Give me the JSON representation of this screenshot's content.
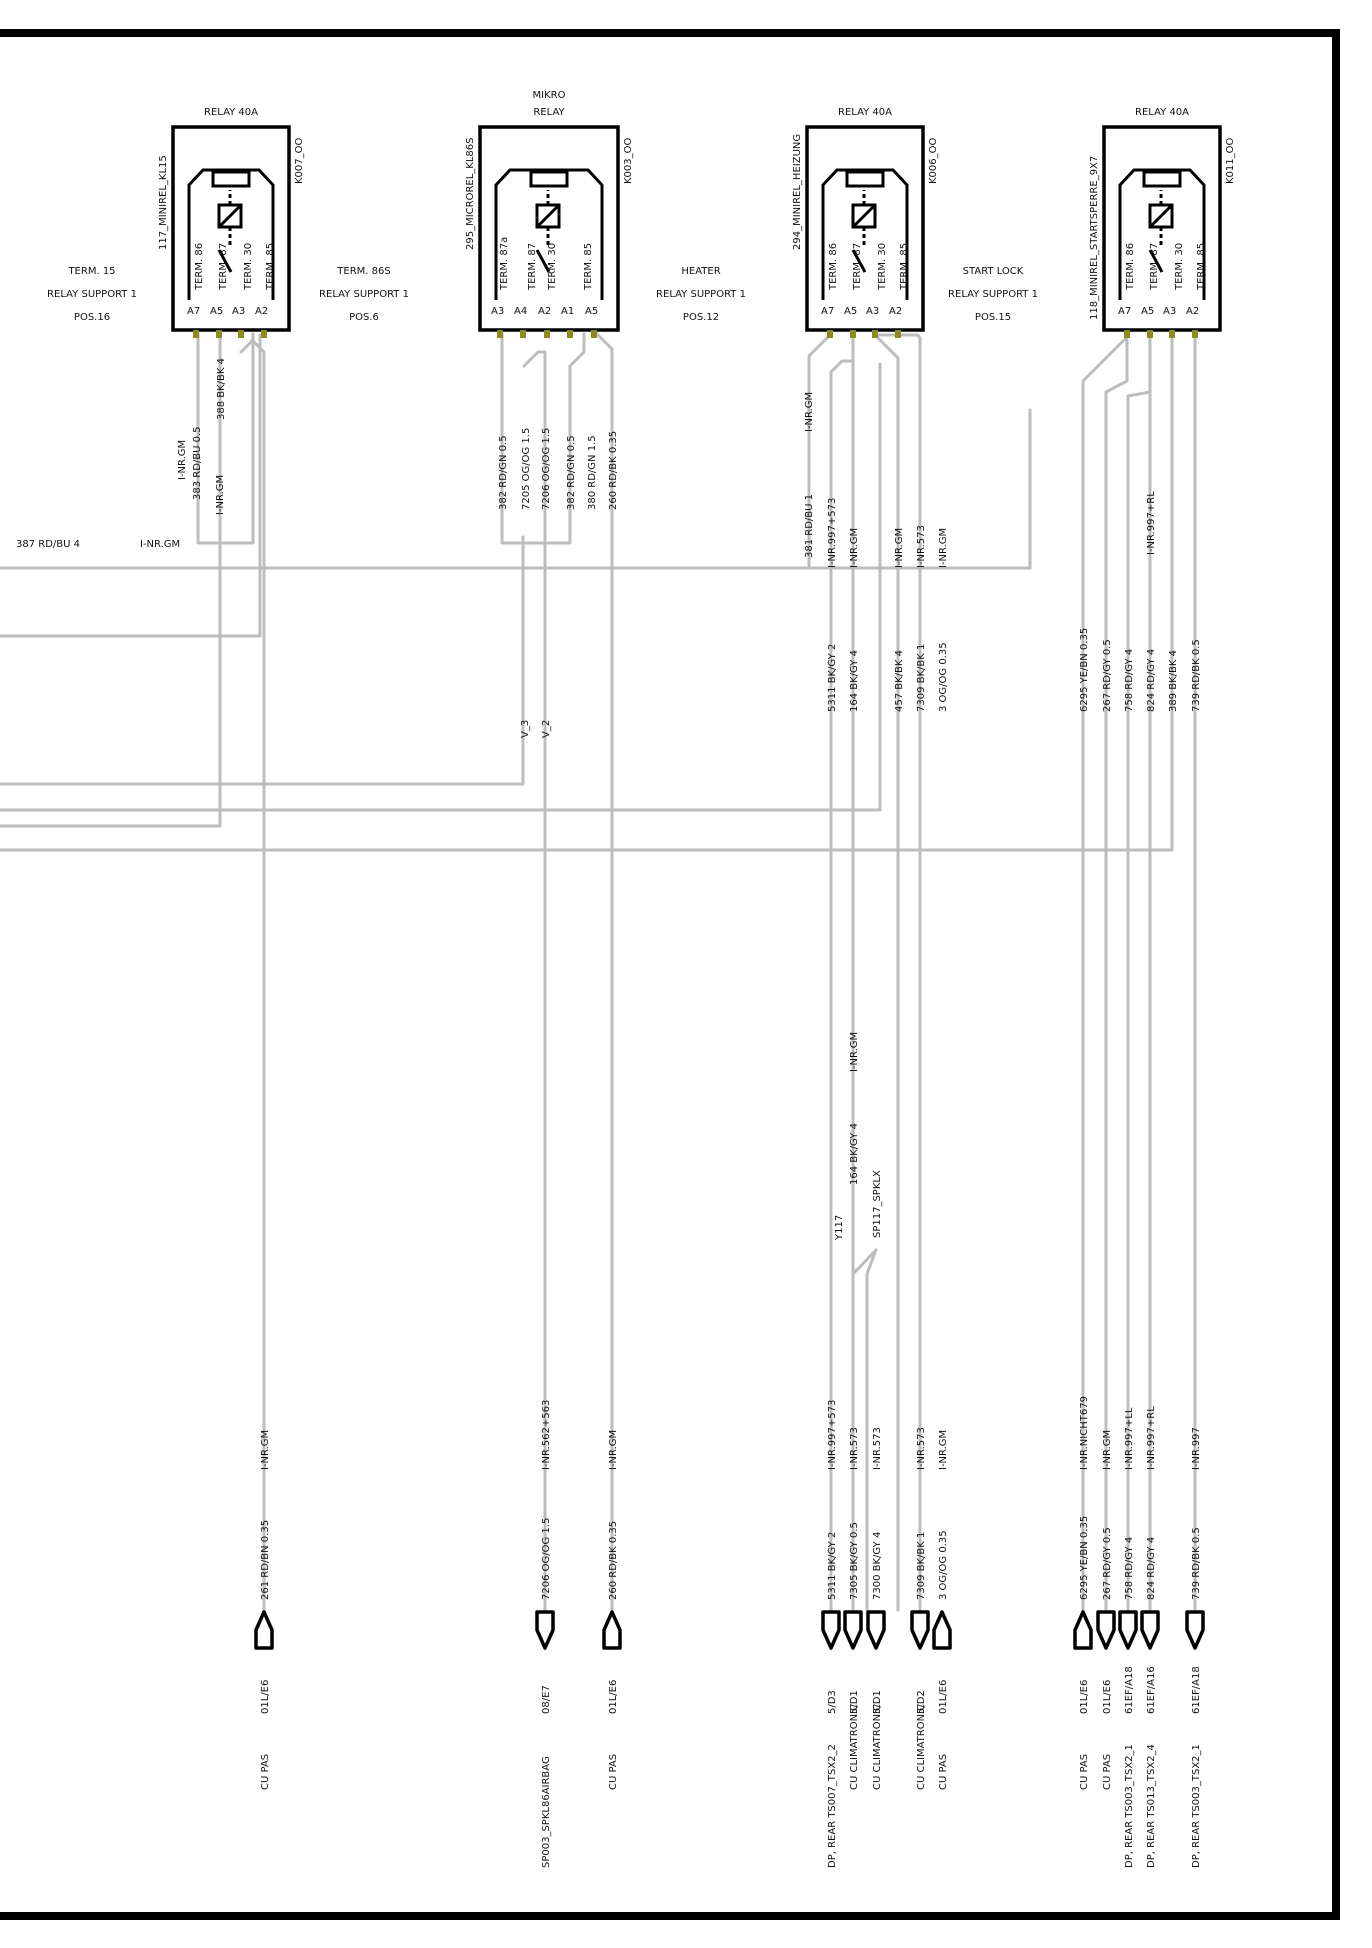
{
  "relays": [
    {
      "id": "K007_OO",
      "type_label": [
        "RELAY 40A"
      ],
      "part": "117_MINIREL_KL15",
      "terms": [
        "TERM. 86",
        "TERM. 87",
        "TERM. 30",
        "TERM. 85"
      ],
      "pins": [
        "A7",
        "A5",
        "A3",
        "A2"
      ],
      "desc": [
        "TERM. 15",
        "RELAY SUPPORT 1",
        "POS.16"
      ]
    },
    {
      "id": "K003_OO",
      "type_label": [
        "MIKRO",
        "RELAY"
      ],
      "part": "295_MICROREL_KL86S",
      "terms": [
        "TERM. 87a",
        "TERM. 87",
        "TERM. 30",
        "TERM. 85"
      ],
      "pins": [
        "A3",
        "A4",
        "A2",
        "A1",
        "A5"
      ],
      "desc": [
        "TERM. 86S",
        "RELAY SUPPORT 1",
        "POS.6"
      ]
    },
    {
      "id": "K006_OO",
      "type_label": [
        "RELAY 40A"
      ],
      "part": "294_MINIREL_HEIZUNG",
      "terms": [
        "TERM. 86",
        "TERM. 87",
        "TERM. 30",
        "TERM. 85"
      ],
      "pins": [
        "A7",
        "A5",
        "A3",
        "A2"
      ],
      "desc": [
        "HEATER",
        "RELAY SUPPORT 1",
        "POS.12"
      ]
    },
    {
      "id": "K011_OO",
      "type_label": [
        "RELAY 40A"
      ],
      "part": "118_MINIREL_STARTSPERRE_9X7",
      "terms": [
        "TERM. 86",
        "TERM. 87",
        "TERM. 30",
        "TERM. 85"
      ],
      "pins": [
        "A7",
        "A5",
        "A3",
        "A2"
      ],
      "desc": [
        "START LOCK",
        "RELAY SUPPORT 1",
        "POS.15"
      ]
    }
  ],
  "wire_labels": {
    "w387": "387 RD/BU 4",
    "w387_inr": "I-NR.GM",
    "k007": [
      "I-NR.GM",
      "383 RD/BU 0.5",
      "I-NR.GM",
      "388 BK/BK 4"
    ],
    "k003": [
      "382 RD/GN 0.5",
      "7205 OG/OG 1.5",
      "7206 OG/OG 1.5",
      "382 RD/GN 0.5",
      "380 RD/GN 1.5",
      "260 RD/BK 0.35"
    ],
    "v_labels": [
      "V_3",
      "V_2"
    ],
    "k006_top": [
      "I-NR.GM",
      "381 RD/BU 1",
      "I-NR.997+573",
      "I-NR.GM",
      "I-NR.GM",
      "I-NR.573",
      "I-NR.GM"
    ],
    "k006_mid": [
      "5311 BK/GY 2",
      "164 BK/GY 4",
      "457 BK/BK 4",
      "7309 BK/BK 1",
      "3 OG/OG 0.35"
    ],
    "k011_top": [
      "I-NR.997+RL"
    ],
    "k011_mid": [
      "6295 YE/BN 0.35",
      "267 RD/GY 0.5",
      "758 RD/GY 4",
      "824 RD/GY 4",
      "389 BK/BK 4",
      "739 RD/BK 0.5"
    ],
    "splice": [
      "I-NR.GM",
      "164 BK/GY 4",
      "Y117",
      "SP117_SPKLX"
    ]
  },
  "bottom": [
    {
      "inr": "I-NR.GM",
      "wire": "261 RD/BN 0.35",
      "pin": "01L/E6",
      "dest": "CU PAS",
      "shape": "up"
    },
    {
      "inr": "I-NR.562+563",
      "wire": "7206 OG/OG 1.5",
      "pin": "08/E7",
      "dest": "SP003_SPKL86AIRBAG",
      "shape": "down"
    },
    {
      "inr": "I-NR.GM",
      "wire": "260 RD/BK 0.35",
      "pin": "01L/E6",
      "dest": "CU PAS",
      "shape": "up"
    },
    {
      "inr": "I-NR.997+573",
      "wire": "5311 BK/GY 2",
      "pin": "5/D3",
      "dest": "DP, REAR   TS007_TSX2_2",
      "shape": "down"
    },
    {
      "inr": "I-NR.573",
      "wire": "7305 BK/GY 0.5",
      "pin": "5/D1",
      "dest": "CU CLIMATRONIC",
      "shape": "down"
    },
    {
      "inr": "I-NR.573",
      "wire": "7300 BK/GY 4",
      "pin": "5/D1",
      "dest": "CU CLIMATRONIC",
      "shape": "down"
    },
    {
      "inr": "I-NR.573",
      "wire": "7309 BK/BK 1",
      "pin": "5/D2",
      "dest": "CU CLIMATRONIC",
      "shape": "down"
    },
    {
      "inr": "I-NR.GM",
      "wire": "3 OG/OG 0.35",
      "pin": "01L/E6",
      "dest": "CU PAS",
      "shape": "up"
    },
    {
      "inr": "I-NR.NICHT679",
      "wire": "6295 YE/BN 0.35",
      "pin": "01L/E6",
      "dest": "CU PAS",
      "shape": "up"
    },
    {
      "inr": "I-NR.GM",
      "wire": "267 RD/GY 0.5",
      "pin": "01L/E6",
      "dest": "CU PAS",
      "shape": "down"
    },
    {
      "inr": "I-NR.997+LL",
      "wire": "758 RD/GY 4",
      "pin": "61EF/A18",
      "dest": "DP, REAR   TS003_TSX2_1",
      "shape": "down"
    },
    {
      "inr": "I-NR.997+RL",
      "wire": "824 RD/GY 4",
      "pin": "61EF/A16",
      "dest": "DP, REAR   TS013_TSX2_4",
      "shape": "down"
    },
    {
      "inr": "I-NR.997",
      "wire": "739 RD/BK 0.5",
      "pin": "61EF/A18",
      "dest": "DP, REAR   TS003_TSX2_1",
      "shape": "down"
    }
  ]
}
